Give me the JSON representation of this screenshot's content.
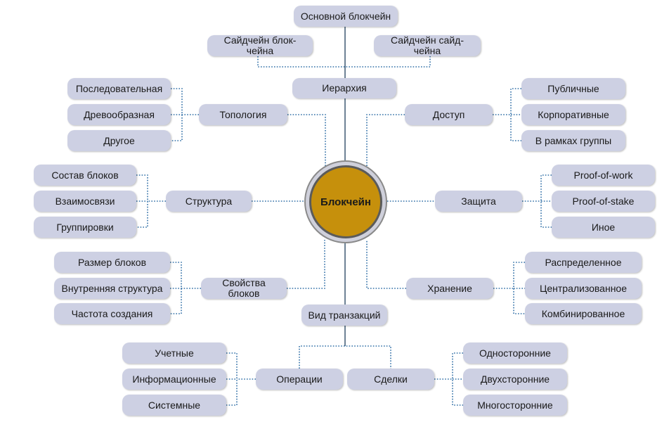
{
  "center": {
    "label": "Блокчейн"
  },
  "nodes": {
    "main_chain": "Основной блокчейн",
    "side_left": "Сайдчейн блок-\nчейна",
    "side_right": "Сайдчейн сайд-\nчейна",
    "hierarchy": "Иерархия",
    "topology": "Топология",
    "topo_sequential": "Последовательная",
    "topo_tree": "Древообразная",
    "topo_other": "Другое",
    "access": "Доступ",
    "access_public": "Публичные",
    "access_corporate": "Корпоративные",
    "access_group": "В рамках группы",
    "structure": "Структура",
    "struct_blocks": "Состав блоков",
    "struct_links": "Взаимосвязи",
    "struct_groups": "Группировки",
    "protection": "Защита",
    "prot_pow": "Proof-of-work",
    "prot_pos": "Proof-of-stake",
    "prot_other": "Иное",
    "block_props": "Свойства\nблоков",
    "bp_size": "Размер блоков",
    "bp_inner": "Внутренняя структура",
    "bp_freq": "Частота создания",
    "storage": "Хранение",
    "st_distributed": "Распределенное",
    "st_centralized": "Централизованное",
    "st_combined": "Комбинированное",
    "tx_type": "Вид транзакций",
    "operations": "Операции",
    "op_accounting": "Учетные",
    "op_info": "Информационные",
    "op_system": "Системные",
    "deals": "Сделки",
    "deal_uni": "Односторонние",
    "deal_bi": "Двухсторонние",
    "deal_multi": "Многосторонние"
  },
  "colors": {
    "node_fill": "#cdd0e3",
    "center_fill": "#c6900c",
    "center_ring": "#cfd0db",
    "solid_line": "#1f3f5c",
    "dotted_line": "#2f6ea6"
  }
}
